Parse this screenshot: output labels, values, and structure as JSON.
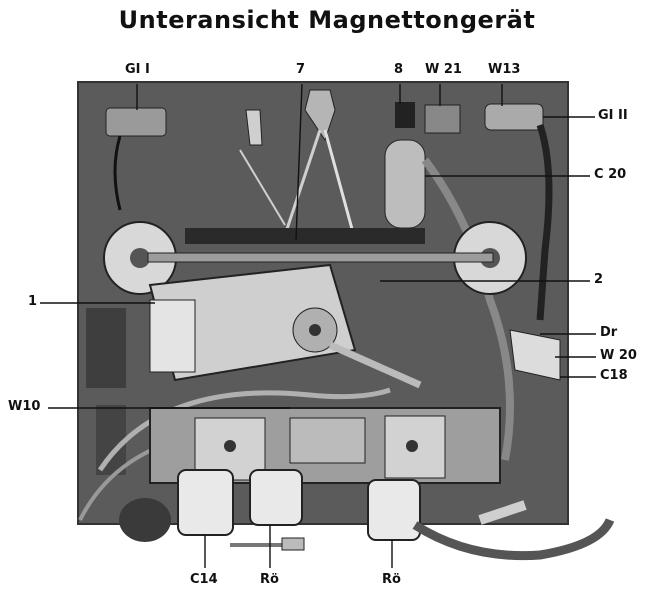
{
  "title": "Unteransicht Magnettongerät",
  "labels": {
    "g11_left": "GI I",
    "n7": "7",
    "n8": "8",
    "w21": "W 21",
    "w13": "W13",
    "g11_right": "GI II",
    "c20": "C 20",
    "n2": "2",
    "n1": "1",
    "dr": "Dr",
    "w20": "W 20",
    "c18": "C18",
    "w10": "W10",
    "c14": "C14",
    "ro1": "Rö",
    "ro2": "Rö"
  }
}
